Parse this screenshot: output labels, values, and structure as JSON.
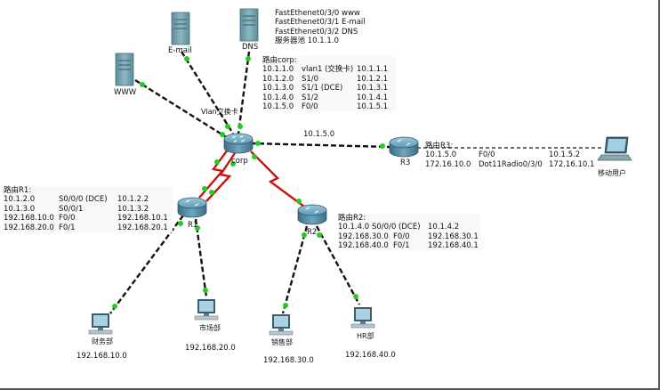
{
  "devices": {
    "email_server": "E-mail",
    "dns_server": "DNS",
    "www_server": "WWW",
    "corp_router": "corp",
    "r1_router": "R1",
    "r2_router": "R2",
    "r3_router": "R3",
    "mobile_user": "移动用户",
    "finance_pc": "财务部",
    "market_pc": "市场部",
    "sales_pc": "销售部",
    "hr_pc": "HR部"
  },
  "link_labels": {
    "vlan_card": "Vlan交换卡",
    "corp_r3_net": "10.1.5.0"
  },
  "pc_networks": {
    "finance": "192.168.10.0",
    "market": "192.168.20.0",
    "sales": "192.168.30.0",
    "hr": "192.168.40.0"
  },
  "server_table": {
    "rows": [
      [
        "FastEthenet0/3/0",
        "www"
      ],
      [
        "FastEthenet0/3/1",
        "E-mail"
      ],
      [
        "FastEthenet0/3/2",
        "DNS"
      ],
      [
        "服务器池 10.1.1.0",
        ""
      ]
    ]
  },
  "corp_table": {
    "title": "路由corp:",
    "rows": [
      [
        "10.1.1.0",
        "vlan1 (交换卡)",
        "10.1.1.1"
      ],
      [
        "10.1.2.0",
        "S1/0",
        "10.1.2.1"
      ],
      [
        "10.1.3.0",
        "S1/1 (DCE)",
        "10.1.3.1"
      ],
      [
        "10.1.4.0",
        "S1/2",
        "10.1.4.1"
      ],
      [
        "10.1.5.0",
        "F0/0",
        "10.1.5.1"
      ]
    ]
  },
  "r1_table": {
    "title": "路由R1:",
    "rows": [
      [
        "10.1.2.0",
        "S0/0/0 (DCE)",
        "10.1.2.2"
      ],
      [
        "10.1.3.0",
        "S0/0/1",
        "10.1.3.2"
      ],
      [
        "192.168.10.0",
        "F0/0",
        "192.168.10.1"
      ],
      [
        "192.168.20.0",
        "F0/1",
        "192.168.20.1"
      ]
    ]
  },
  "r2_table": {
    "title": "路由R2:",
    "rows": [
      [
        "10.1.4.0",
        "S0/0/0 (DCE)",
        "10.1.4.2"
      ],
      [
        "192.168.30.0",
        "F0/0",
        "192.168.30.1"
      ],
      [
        "192.168.40.0",
        "F0/1",
        "192.168.40.1"
      ]
    ]
  },
  "r3_table": {
    "title": "路由R3:",
    "rows": [
      [
        "10.1.5.0",
        "F0/0",
        "10.1.5.2"
      ],
      [
        "172.16.10.0",
        "Dot11Radio0/3/0",
        "172.16.10.1"
      ]
    ]
  },
  "colors": {
    "ethernet_link": "#111111",
    "serial_link": "#cc1111",
    "link_light": "#22cc22",
    "router_body": "#5f9ab3",
    "server_body": "#7aa7b4",
    "pc_body": "#8fb0c2"
  }
}
